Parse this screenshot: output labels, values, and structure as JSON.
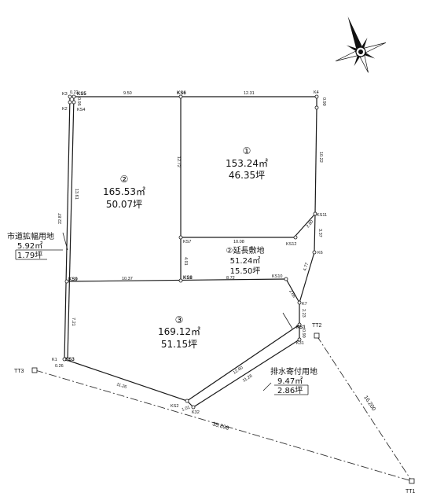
{
  "lots": {
    "lot1": {
      "number": "①",
      "area_m2": "153.24㎡",
      "area_tsubo": "46.35坪"
    },
    "lot2": {
      "number": "②",
      "area_m2": "165.53㎡",
      "area_tsubo": "50.07坪"
    },
    "lot3": {
      "number": "③",
      "area_m2": "169.12㎡",
      "area_tsubo": "51.15坪"
    },
    "driveway": {
      "label": "②延長敷地",
      "area_m2": "51.24㎡",
      "area_tsubo": "15.50坪"
    },
    "road": {
      "label": "市道拡幅用地",
      "area_m2": "5.92㎡",
      "area_tsubo": "1.79坪"
    },
    "drain": {
      "label": "排水寄付用地",
      "area_m2": "9.47㎡",
      "area_tsubo": "2.86坪"
    }
  },
  "points": {
    "K1": "K1",
    "K2": "K2",
    "K3": "K3",
    "K4": "K4",
    "K6": "K6",
    "K7": "K7",
    "KS1": "KS1",
    "KS2": "KS2",
    "KS3": "KS3",
    "KS4": "KS4",
    "KS5": "KS5",
    "KS6": "KS6",
    "KS7": "KS7",
    "KS8": "KS8",
    "KS9": "KS9",
    "KS10": "KS10",
    "KS11": "KS11",
    "KS12": "KS12",
    "K31": "K31",
    "K32": "K32",
    "TT1": "TT1",
    "TT2": "TT2",
    "TT3": "TT3"
  },
  "dimensions": {
    "d_k3_ks5": "0.22",
    "d_ks5_ks6": "9.50",
    "d_ks6_k4": "12.31",
    "d_k4_top": "0.90",
    "d_k2_k3": "0.95",
    "d_left_upper": "13.61",
    "d_left_outer": "22.87",
    "d_left_lower": "7.21",
    "d_ks6_ks7": "12.72",
    "d_k4_ks11": "10.22",
    "d_ks11_ks12": "2.80",
    "d_ks11_k6": "3.37",
    "d_ks7_ks12": "10.08",
    "d_ks7_ks8": "4.01",
    "d_ks9_ks8": "10.37",
    "d_ks8_ks10": "8.72",
    "d_ks10_k7": "2.66",
    "d_k6_k7": "4.77",
    "d_k7_ks1": "2.23",
    "d_ks1_k31": "0.90",
    "d_ks1_ks2": "12.60",
    "d_k31_k32": "11.26",
    "d_ks2_k32": "1.01",
    "d_ks3_ks2": "11.26",
    "d_k1_ks3": "0.26",
    "d_tt3_tt1": "35.898",
    "d_tt2_tt1": "16.200"
  },
  "compass": {
    "icon": "compass-rose-icon"
  }
}
